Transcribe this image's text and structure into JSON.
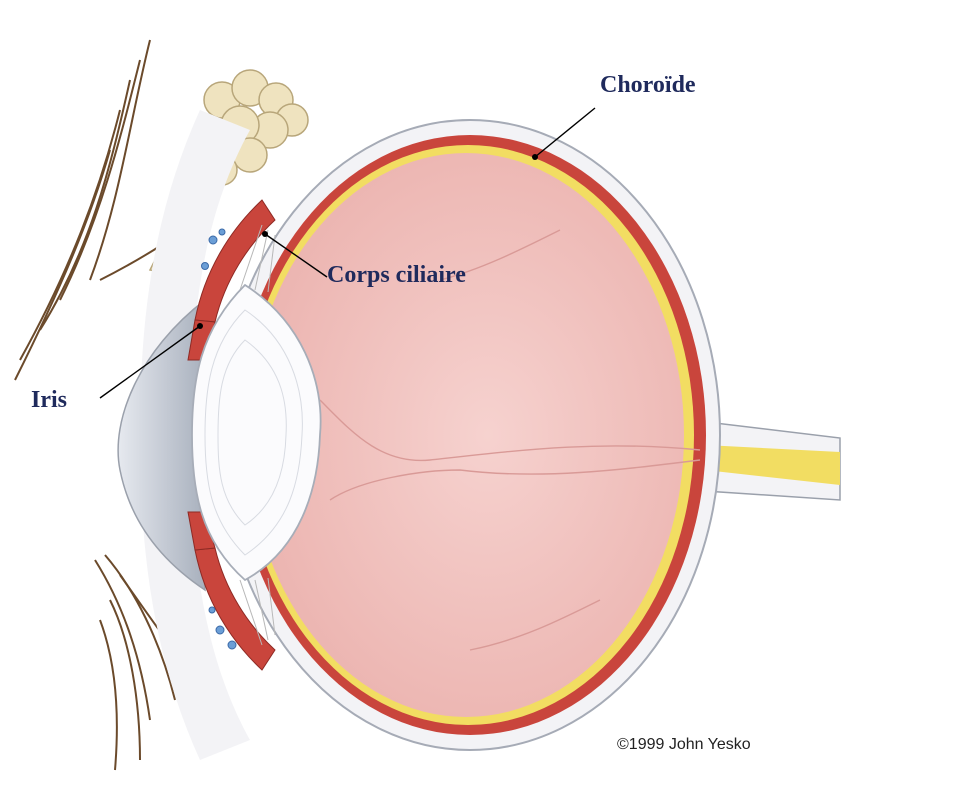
{
  "labels": {
    "choroide": "Choroïde",
    "corps_ciliaire": "Corps ciliaire",
    "iris": "Iris"
  },
  "copyright": "©1999 John Yesko",
  "colors": {
    "label_text": "#1f2a5c",
    "sclera": "#f3f3f6",
    "choroid": "#c9453c",
    "retina": "#f2dd62",
    "vitreous": "#f2c4c2",
    "lens": "#fbfbfd",
    "cornea": "#c7ccd6"
  }
}
